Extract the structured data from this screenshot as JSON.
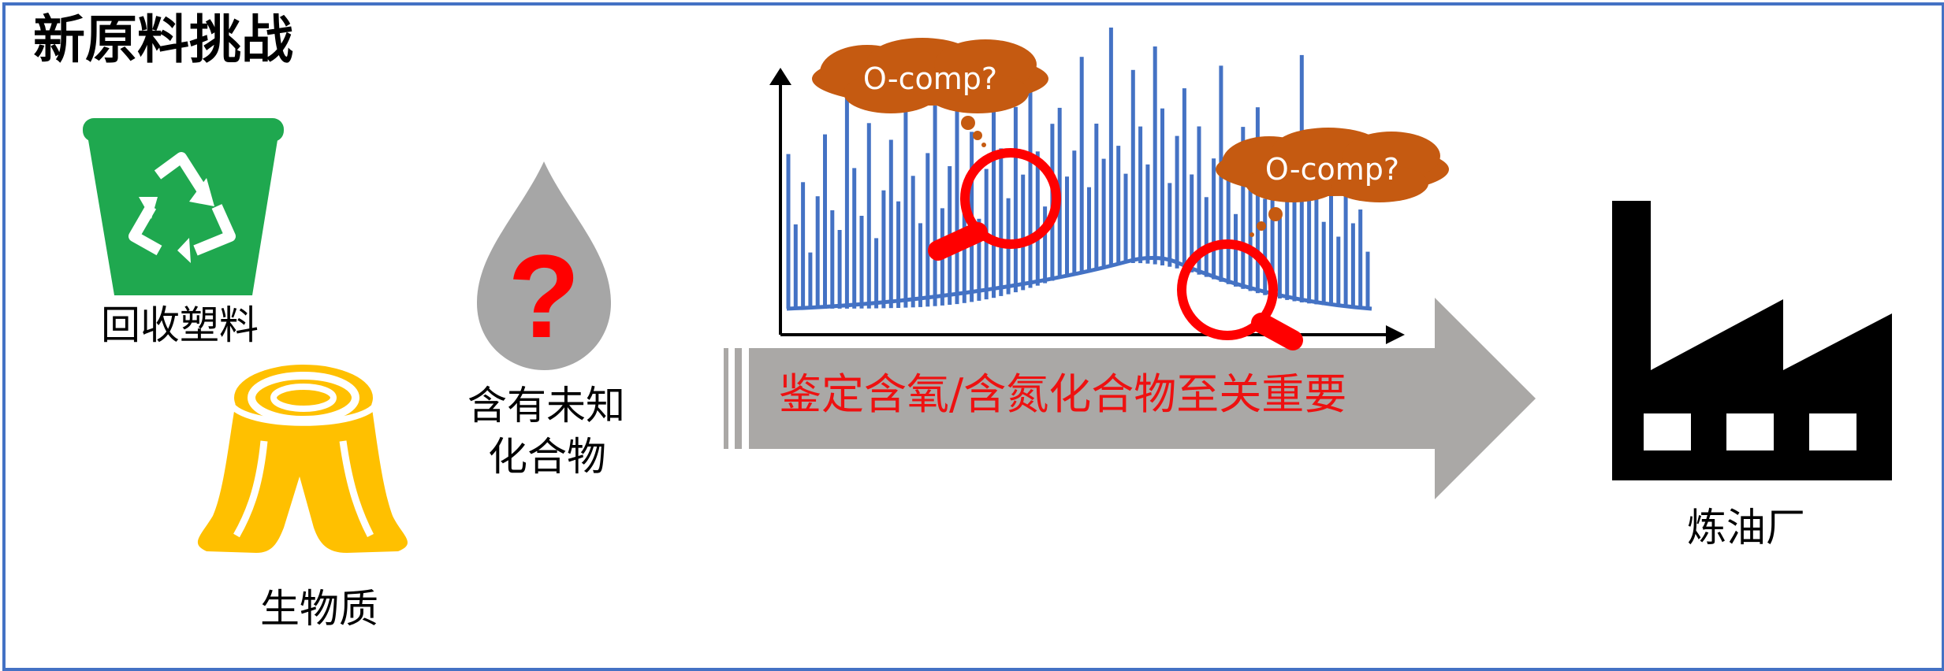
{
  "title": "新原料挑战",
  "labels": {
    "recycled_plastic": "回收塑料",
    "biomass": "生物质",
    "unknown_line1": "含有未知",
    "unknown_line2": "化合物",
    "refinery": "炼油厂"
  },
  "arrow": {
    "text": "鉴定含氧/含氮化合物至关重要",
    "text_color": "#ee1111",
    "fill_color": "#aaa8a6"
  },
  "bubbles": {
    "left": "O-comp?",
    "right": "O-comp?"
  },
  "icons": {
    "bin": "recycling-bin-icon",
    "biomass": "tree-stump-icon",
    "drop": "question-droplet-icon",
    "factory": "factory-icon",
    "magnifier": "magnifying-glass-icon"
  },
  "colors": {
    "frame": "#4472c4",
    "bin": "#1fa84f",
    "stump": "#ffc000",
    "drop": "#a6a6a6",
    "question": "#ff0000",
    "bubble": "#c55a11",
    "peaks": "#4472c4",
    "factory": "#000000"
  },
  "chart_data": {
    "type": "line",
    "description_free": true,
    "title": "",
    "xlabel": "",
    "ylabel": "",
    "peak_heights": [
      0.55,
      0.3,
      0.45,
      0.2,
      0.4,
      0.62,
      0.35,
      0.28,
      0.9,
      0.5,
      0.33,
      0.66,
      0.25,
      0.42,
      0.6,
      0.38,
      0.8,
      0.47,
      0.3,
      0.55,
      0.72,
      0.35,
      0.5,
      0.85,
      0.4,
      0.62,
      0.3,
      0.48,
      0.95,
      0.55,
      0.36,
      0.7,
      0.44,
      0.78,
      0.52,
      0.3,
      0.62,
      0.68,
      0.4,
      0.5,
      0.88,
      0.34,
      0.6,
      0.45,
      1.0,
      0.5,
      0.38,
      0.82,
      0.58,
      0.42,
      0.92,
      0.66,
      0.35,
      0.55,
      0.75,
      0.4,
      0.6,
      0.32,
      0.48,
      0.85,
      0.5,
      0.28,
      0.62,
      0.4,
      0.7,
      0.36,
      0.52,
      0.3,
      0.58,
      0.44,
      0.9,
      0.38,
      0.5,
      0.3,
      0.45,
      0.25,
      0.4,
      0.3,
      0.35,
      0.2
    ]
  }
}
